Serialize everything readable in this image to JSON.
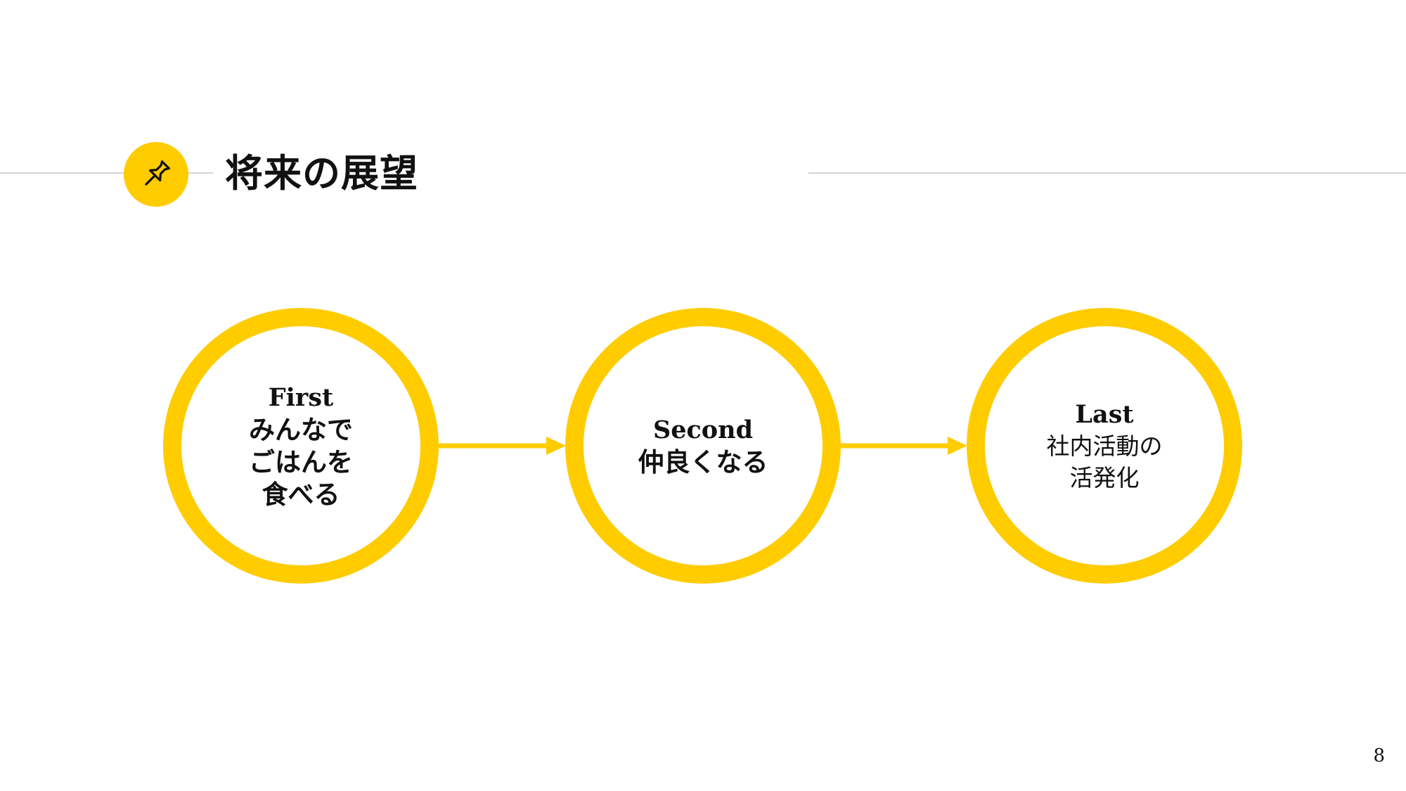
{
  "header": {
    "title": "将来の展望",
    "icon": "pushpin-icon",
    "accent_color": "#ffcc00",
    "rule_color": "#d4d4d4"
  },
  "steps": [
    {
      "title": "First",
      "lines": [
        "みんなで",
        "ごはんを",
        "食べる"
      ]
    },
    {
      "title": "Second",
      "lines": [
        "仲良くなる"
      ]
    },
    {
      "title": "Last",
      "lines": [
        "社内活動の",
        "活発化"
      ]
    }
  ],
  "connector_icon": "arrow-right-icon",
  "page_number": "8"
}
